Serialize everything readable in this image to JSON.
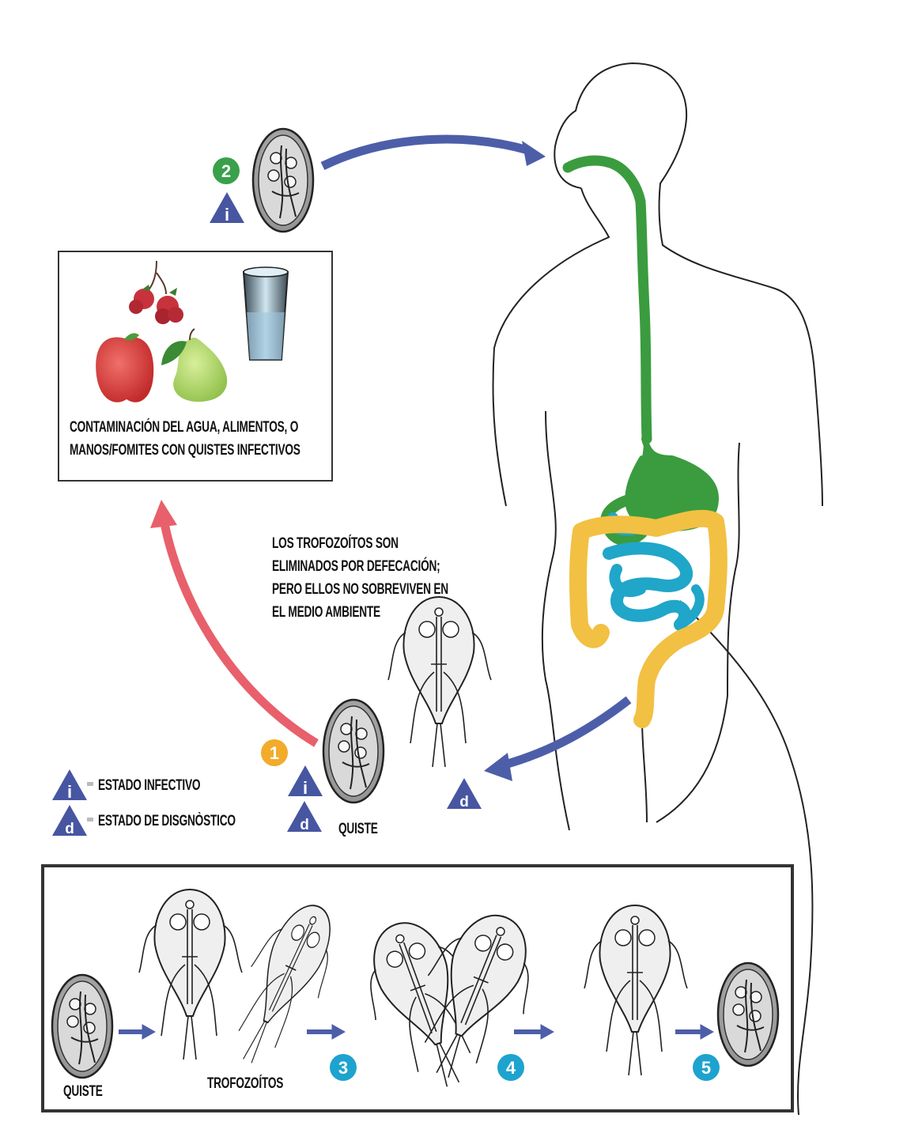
{
  "caption_contamination": [
    "CONTAMINACIÓN DEL AGUA, ALIMENTOS, O",
    "MANOS/FOMITES CON QUISTES INFECTIVOS"
  ],
  "caption_trophozoites_out": [
    "LOS TROFOZOÍTOS SON",
    "ELIMINADOS POR DEFECACIÓN;",
    "PERO ELLOS NO SOBREVIVEN EN",
    "EL MEDIO AMBIENTE"
  ],
  "legend": {
    "infective_letter": "i",
    "infective_label": "ESTADO INFECTIVO",
    "diagnostic_letter": "d",
    "diagnostic_label": "ESTADO DE DISGNÒSTICO"
  },
  "cyst_label": "QUISTE",
  "panel": {
    "cyst_label": "QUISTE",
    "trophozoites_label": "TROFOZOÍTOS"
  },
  "steps": [
    "1",
    "2",
    "3",
    "4",
    "5"
  ],
  "colors": {
    "step1": "#f2ab2a",
    "step2": "#3aa04a",
    "step3": "#1ea3cf",
    "triangle": "#4756a1",
    "arrow_blue": "#4d5ea9",
    "arrow_red": "#e8606b",
    "esophagus_stomach": "#3a9c3e",
    "colon": "#f2c043",
    "small_intestine": "#20a6c9"
  },
  "icons": [
    "cyst-icon",
    "trophozoite-icon",
    "raspberry-icon",
    "apple-icon",
    "pear-icon",
    "water-glass-icon",
    "human-silhouette-icon"
  ]
}
